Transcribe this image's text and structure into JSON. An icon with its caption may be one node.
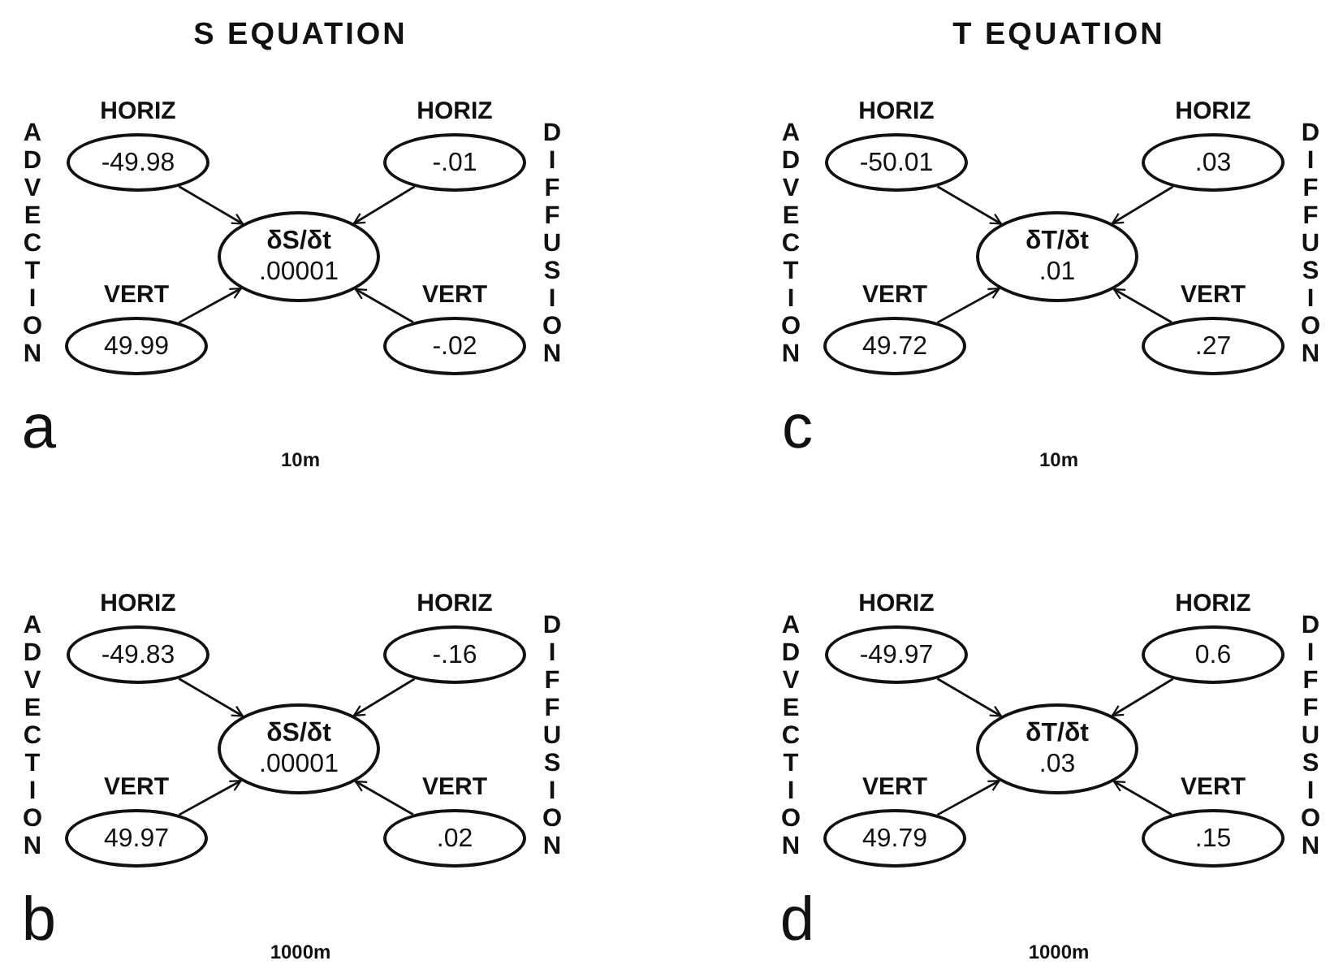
{
  "diagram": {
    "nodes": [
      {
        "text": [
          "HORIZ",
          "-49.98"
        ]
      },
      {
        "text": [
          "HORIZ",
          "-.01"
        ]
      },
      {
        "text": [
          "δS/δt",
          ".00001"
        ]
      },
      {
        "text": [
          "VERT",
          "49.99"
        ]
      },
      {
        "text": [
          "VERT",
          "-.02"
        ]
      },
      {
        "text": [
          "HORIZ",
          "-50.01"
        ]
      },
      {
        "text": [
          "HORIZ",
          ".03"
        ]
      },
      {
        "text": [
          "δT/δt",
          ".01"
        ]
      },
      {
        "text": [
          "VERT",
          "49.72"
        ]
      },
      {
        "text": [
          "VERT",
          ".27"
        ]
      },
      {
        "text": [
          "HORIZ",
          "-49.83"
        ]
      },
      {
        "text": [
          "HORIZ",
          "-.16"
        ]
      },
      {
        "text": [
          "δS/δt",
          ".00001"
        ]
      },
      {
        "text": [
          "VERT",
          "49.97"
        ]
      },
      {
        "text": [
          "VERT",
          ".02"
        ]
      },
      {
        "text": [
          "HORIZ",
          "-49.97"
        ]
      },
      {
        "text": [
          "HORIZ",
          "0.6"
        ]
      },
      {
        "text": [
          "δT/δt",
          ".03"
        ]
      },
      {
        "text": [
          "VERT",
          "49.79"
        ]
      },
      {
        "text": [
          "VERT",
          ".15"
        ]
      }
    ],
    "edges": [
      {
        "from": 0,
        "to": 2,
        "arrow": "to"
      },
      {
        "from": 1,
        "to": 2,
        "arrow": "to"
      },
      {
        "from": 3,
        "to": 2,
        "arrow": "to"
      },
      {
        "from": 4,
        "to": 2,
        "arrow": "to"
      },
      {
        "from": 5,
        "to": 7,
        "arrow": "to"
      },
      {
        "from": 6,
        "to": 7,
        "arrow": "to"
      },
      {
        "from": 8,
        "to": 7,
        "arrow": "to"
      },
      {
        "from": 9,
        "to": 7,
        "arrow": "to"
      },
      {
        "from": 10,
        "to": 12,
        "arrow": "to"
      },
      {
        "from": 11,
        "to": 12,
        "arrow": "to"
      },
      {
        "from": 13,
        "to": 12,
        "arrow": "to"
      },
      {
        "from": 14,
        "to": 12,
        "arrow": "to"
      },
      {
        "from": 15,
        "to": 17,
        "arrow": "to"
      },
      {
        "from": 16,
        "to": 17,
        "arrow": "to"
      },
      {
        "from": 18,
        "to": 17,
        "arrow": "to"
      },
      {
        "from": 19,
        "to": 17,
        "arrow": "to"
      }
    ],
    "labels": [
      "S EQUATION",
      "T EQUATION",
      "ADVECTION",
      "DIFFUSION",
      "a",
      "10m",
      "ADVECTION",
      "DIFFUSION",
      "c",
      "10m",
      "ADVECTION",
      "DIFFUSION",
      "b",
      "1000m",
      "ADVECTION",
      "DIFFUSION",
      "d",
      "1000m"
    ]
  }
}
